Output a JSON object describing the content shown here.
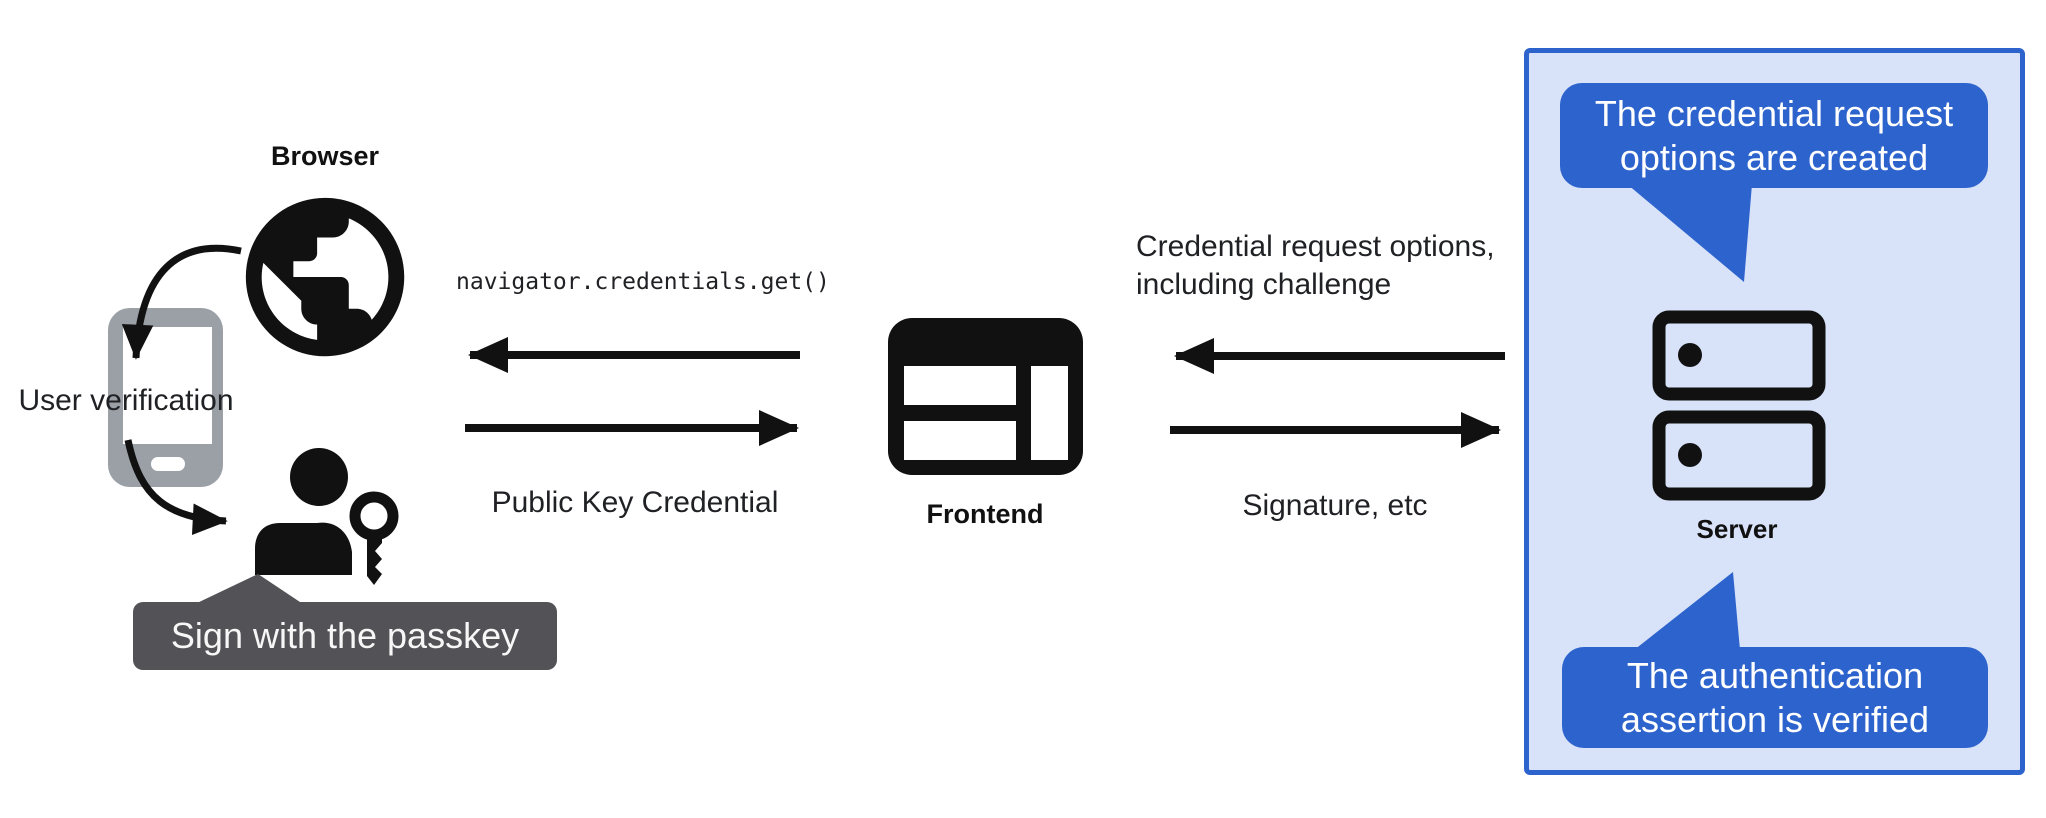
{
  "diagram": {
    "left": {
      "browser_label": "Browser",
      "user_verification_label": "User verification",
      "passkey_tooltip": "Sign with the passkey"
    },
    "center": {
      "api_call": "navigator.credentials.get()",
      "public_key_credential": "Public Key Credential",
      "frontend_label": "Frontend"
    },
    "right": {
      "credential_request_line1": "Credential request options,",
      "credential_request_line2": "including challenge",
      "signature_label": "Signature, etc",
      "server_label": "Server",
      "bubble_top": {
        "line1": "The credential request",
        "line2": "options are created"
      },
      "bubble_bottom": {
        "line1": "The authentication",
        "line2": "assertion is verified"
      }
    },
    "icons": {
      "globe": "globe-icon",
      "smartphone": "smartphone-icon",
      "person_key": "person-with-passkey-icon",
      "frontend_window": "browser-window-icon",
      "server": "server-stack-icon"
    },
    "colors": {
      "accent_blue": "#2d63cd",
      "panel_background": "#d8e2f8",
      "tooltip_gray": "#535357",
      "phone_gray": "#9aa0a6",
      "ink": "#111111"
    }
  }
}
